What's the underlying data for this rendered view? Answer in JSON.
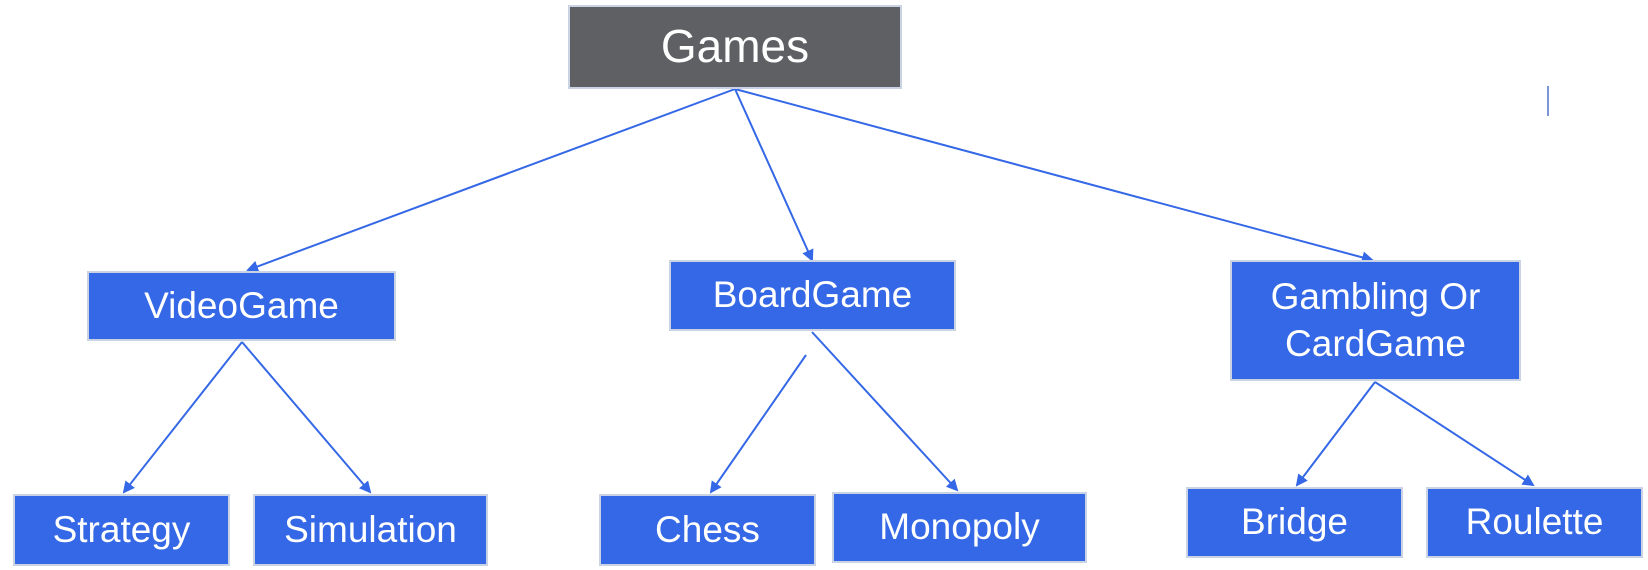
{
  "colors": {
    "root_fill": "#5e6064",
    "node_fill": "#3568e6",
    "edge": "#3568e6",
    "cursor": "#7c96d6"
  },
  "nodes": {
    "games": {
      "label": "Games"
    },
    "videogame": {
      "label": "VideoGame"
    },
    "boardgame": {
      "label": "BoardGame"
    },
    "gambling": {
      "label_line1": "Gambling Or",
      "label_line2": "CardGame"
    },
    "strategy": {
      "label": "Strategy"
    },
    "simulation": {
      "label": "Simulation"
    },
    "chess": {
      "label": "Chess"
    },
    "monopoly": {
      "label": "Monopoly"
    },
    "bridge": {
      "label": "Bridge"
    },
    "roulette": {
      "label": "Roulette"
    }
  },
  "edges": [
    {
      "from": "games",
      "to": "videogame"
    },
    {
      "from": "games",
      "to": "boardgame"
    },
    {
      "from": "games",
      "to": "gambling"
    },
    {
      "from": "videogame",
      "to": "strategy"
    },
    {
      "from": "videogame",
      "to": "simulation"
    },
    {
      "from": "boardgame",
      "to": "chess"
    },
    {
      "from": "boardgame",
      "to": "monopoly"
    },
    {
      "from": "gambling",
      "to": "bridge"
    },
    {
      "from": "gambling",
      "to": "roulette"
    }
  ]
}
